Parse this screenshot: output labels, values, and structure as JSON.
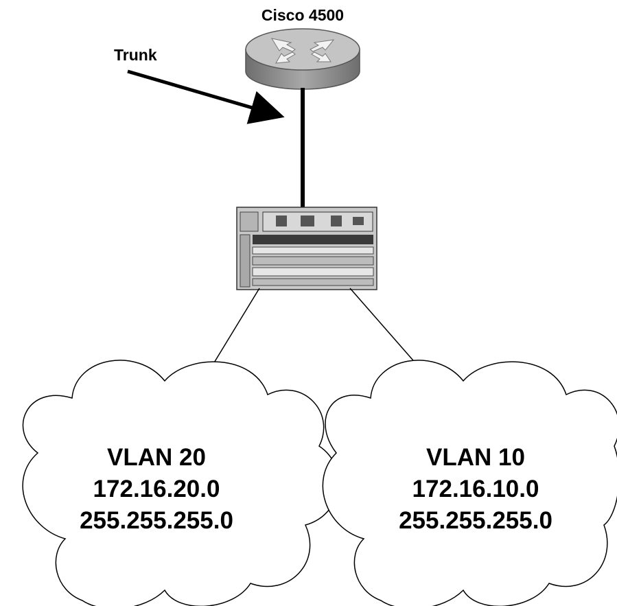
{
  "router": {
    "label": "Cisco 4500",
    "icon": "router-icon"
  },
  "trunk": {
    "label": "Trunk"
  },
  "switch": {
    "icon": "switch-chassis-icon"
  },
  "networks": [
    {
      "vlan": "VLAN 20",
      "subnet": "172.16.20.0",
      "mask": "255.255.255.0"
    },
    {
      "vlan": "VLAN 10",
      "subnet": "172.16.10.0",
      "mask": "255.255.255.0"
    }
  ],
  "colors": {
    "line": "#000000",
    "router_top": "#bdbdbd",
    "router_side": "#8f8f8f",
    "switch_body": "#c8c8c8"
  }
}
